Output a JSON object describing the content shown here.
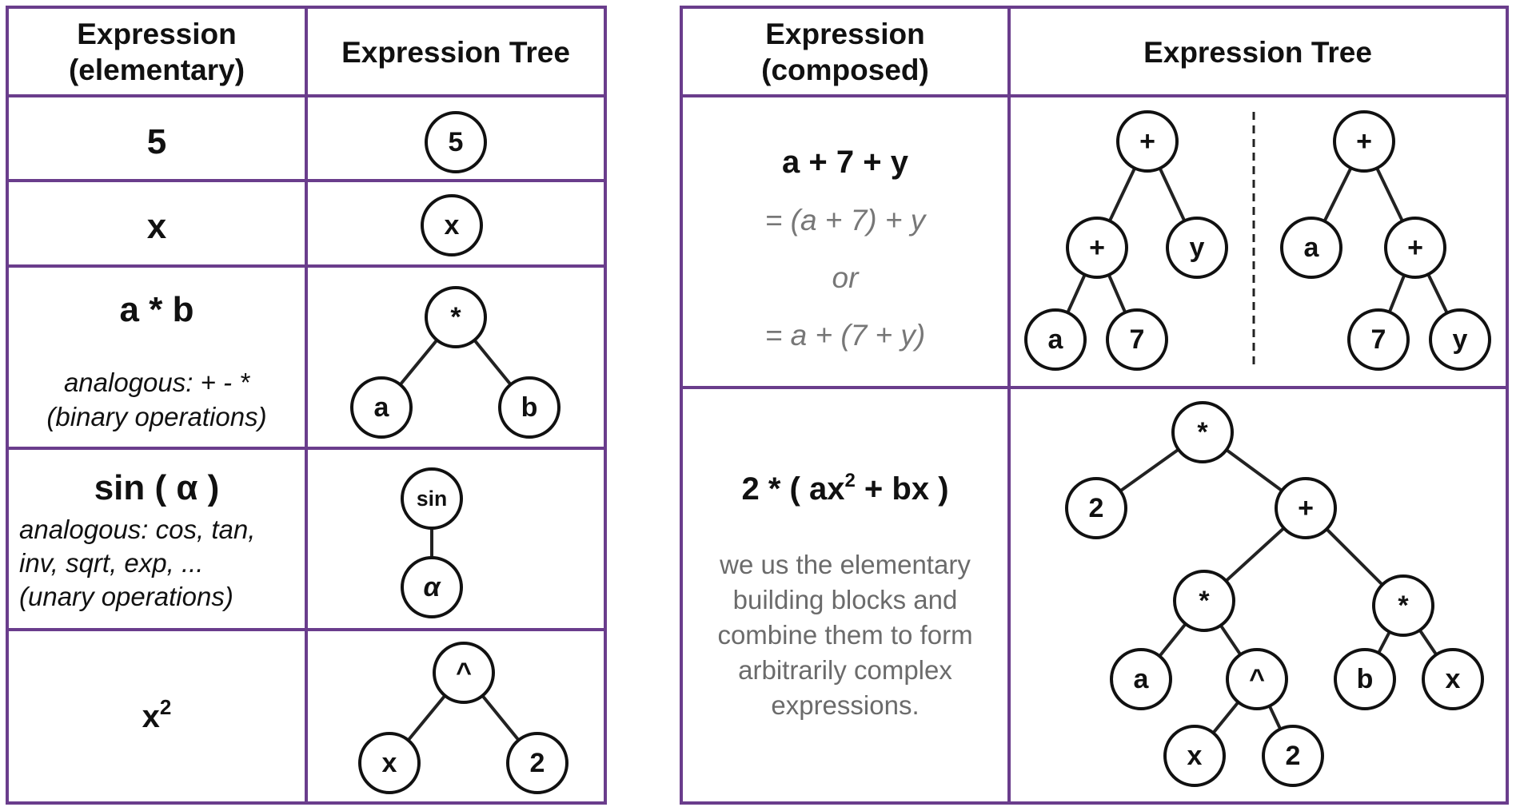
{
  "colors": {
    "grid": "#6a3d8c",
    "text": "#111111",
    "muted": "#777777",
    "node_stroke": "#111111",
    "edge": "#222222"
  },
  "left_table": {
    "headers": {
      "expression_l1": "Expression",
      "expression_l2": "(elementary)",
      "tree": "Expression Tree"
    },
    "rows": [
      {
        "expression": "5",
        "tree_nodes": [
          "5"
        ]
      },
      {
        "expression": "x",
        "tree_nodes": [
          "x"
        ]
      },
      {
        "expression": "a * b",
        "note_l1": "analogous: + - *",
        "note_l2": "(binary operations)",
        "tree_nodes": [
          "*",
          "a",
          "b"
        ]
      },
      {
        "expression": "sin ( α )",
        "note_l1": "analogous: cos, tan,",
        "note_l2": "inv, sqrt, exp, ...",
        "note_l3": "(unary operations)",
        "tree_nodes": [
          "sin",
          "α"
        ]
      },
      {
        "expression_base": "x",
        "expression_sup": "2",
        "tree_nodes": [
          "^",
          "x",
          "2"
        ]
      }
    ]
  },
  "right_table": {
    "headers": {
      "expression_l1": "Expression",
      "expression_l2": "(composed)",
      "tree": "Expression Tree"
    },
    "rows": [
      {
        "expression": "a + 7 + y",
        "alt1": "= (a + 7) + y",
        "or": "or",
        "alt2": "= a + (7 + y)",
        "tree_left_nodes": [
          "+",
          "+",
          "y",
          "a",
          "7"
        ],
        "tree_right_nodes": [
          "+",
          "a",
          "+",
          "7",
          "y"
        ]
      },
      {
        "expression_part1": "2 * ( ax",
        "expression_sup": "2",
        "expression_part2": " + bx )",
        "description": [
          "we us the elementary",
          "building blocks and",
          "combine them to form",
          "arbitrarily complex",
          "expressions."
        ],
        "tree_nodes": [
          "*",
          "2",
          "+",
          "*",
          "*",
          "a",
          "^",
          "b",
          "x",
          "x",
          "2"
        ]
      }
    ]
  }
}
